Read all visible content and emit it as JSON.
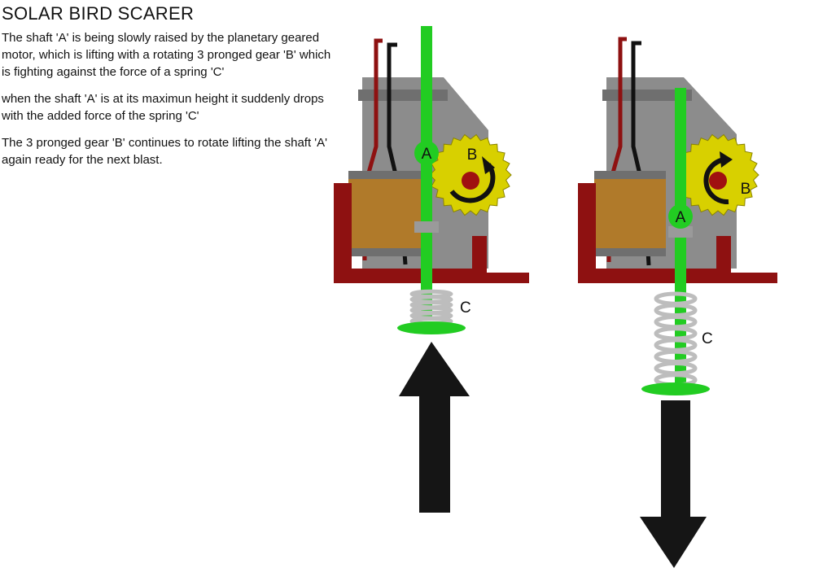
{
  "title": "SOLAR BIRD SCARER",
  "paragraphs": [
    "The shaft 'A' is being slowly raised by the planetary geared motor, which is lifting with a rotating 3 pronged gear 'B' which is fighting against the force of a spring 'C'",
    "when the shaft 'A' is at its maximun height it suddenly drops with the added force of the spring 'C'",
    "The 3 pronged gear 'B' continues to rotate lifting the shaft 'A' again ready for the next blast."
  ],
  "labels": {
    "shaft": "A",
    "gear": "B",
    "spring": "C"
  },
  "colors": {
    "shaft": "#22cc22",
    "gear": "#d8d000",
    "frame": "#8e1111",
    "body": "#8c8c8c",
    "coil": "#b07a2a",
    "spring": "#bdbdbd",
    "arrow": "#151515",
    "pin": "#a01010"
  },
  "panels": [
    {
      "name": "lifting",
      "arrow": "arrow-up-icon"
    },
    {
      "name": "dropping",
      "arrow": "arrow-down-icon"
    }
  ]
}
